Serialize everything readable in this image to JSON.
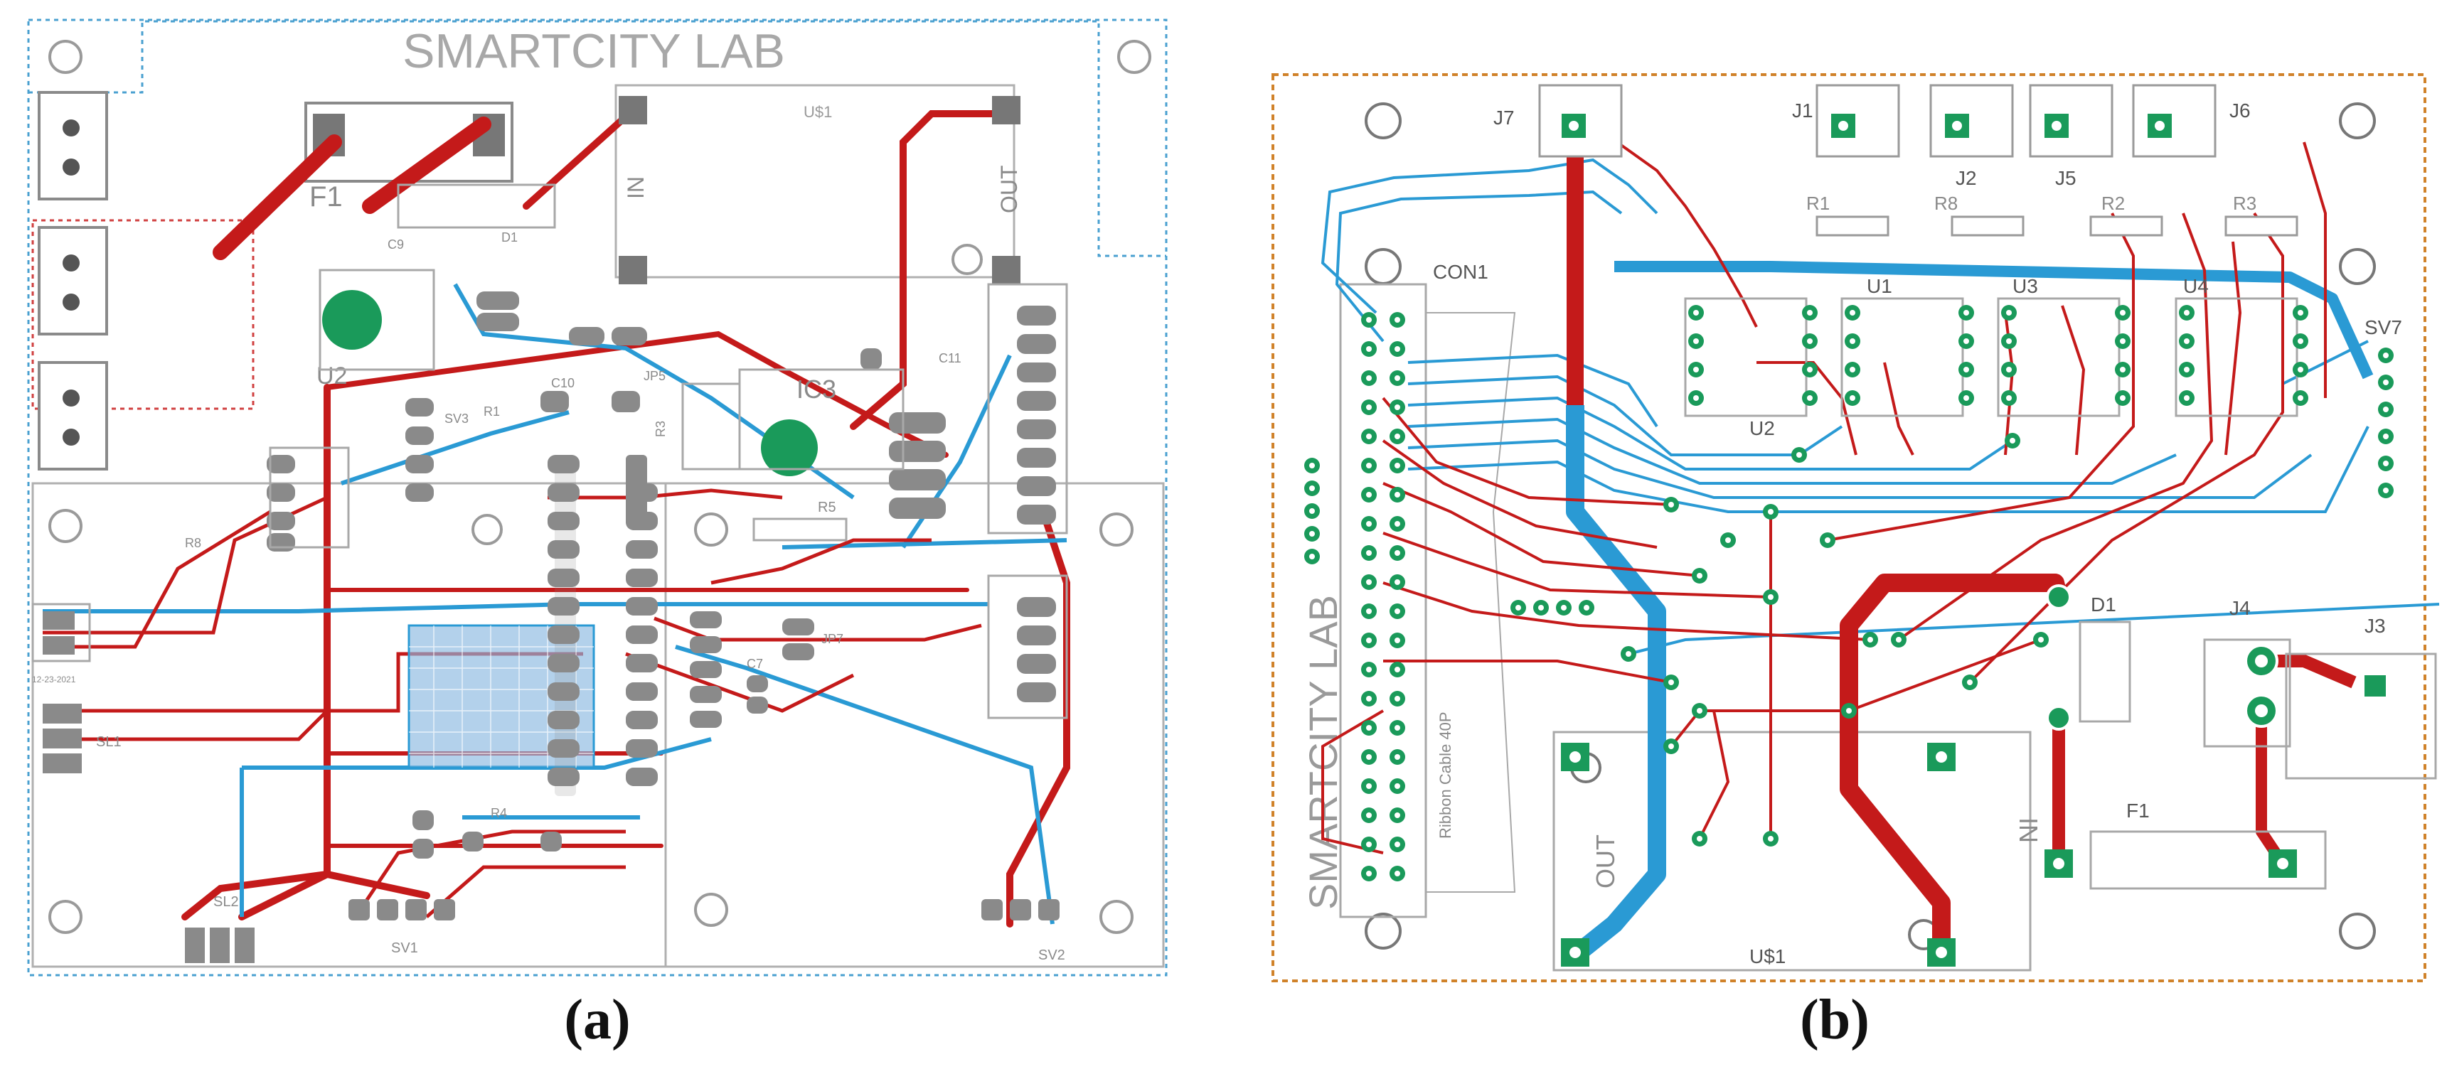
{
  "colors": {
    "trace_top": "#c41a1a",
    "trace_bottom": "#2a9ad4",
    "pad_green": "#1a9a5a",
    "pad_grey": "#8a8a8a",
    "silk": "#9a9a9a",
    "board_outline_b": "#d0822a",
    "board_outline_a": "#4aa0d0",
    "polygon_blue": "#8ab8e0"
  },
  "panel_a": {
    "caption": "(a)",
    "title": "SMARTCITY LAB",
    "labels": {
      "f1": "F1",
      "u2": "U2",
      "ic3": "IC3",
      "us1": "U$1",
      "in": "IN",
      "out": "OUT",
      "c9": "C9",
      "d1": "D1",
      "c10": "C10",
      "c11": "C11",
      "r1": "R1",
      "r3": "R3",
      "r4": "R4",
      "r5": "R5",
      "r8": "R8",
      "sv1": "SV1",
      "sv2": "SV2",
      "sv3": "SV3",
      "sl1": "SL1",
      "sl2": "SL2",
      "jp5": "JP5",
      "jp7": "JP7",
      "c7": "C7",
      "date": "12-23-2021"
    }
  },
  "panel_b": {
    "caption": "(b)",
    "title": "SMARTCITY LAB",
    "labels": {
      "j1": "J1",
      "j2": "J2",
      "j3": "J3",
      "j4": "J4",
      "j5": "J5",
      "j6": "J6",
      "j7": "J7",
      "r1": "R1",
      "r2": "R2",
      "r3": "R3",
      "r8": "R8",
      "u1": "U1",
      "u2": "U2",
      "u3": "U3",
      "u4": "U4",
      "con1": "CON1",
      "sv7": "SV7",
      "d1": "D1",
      "f1": "F1",
      "us1": "U$1",
      "out": "OUT",
      "in": "IN",
      "ribbon": "Ribbon Cable 40P"
    }
  }
}
